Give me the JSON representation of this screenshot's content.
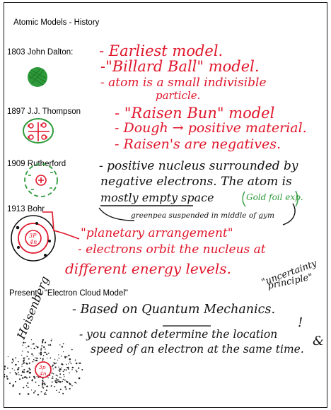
{
  "page": {
    "title": "Atomic Models - History"
  },
  "models": {
    "dalton": {
      "label": "1803 John Dalton:",
      "notes": [
        "- Earliest model.",
        "-\"Billard Ball\" model.",
        "- atom is a small indivisible",
        "particle."
      ]
    },
    "thompson": {
      "label": "1897 J.J. Thompson",
      "notes": [
        "- \"Raisen Bun\" model",
        "- Dough → positive material.",
        "- Raisen's are negatives."
      ]
    },
    "rutherford": {
      "label": "1909 Rutherford",
      "notes": [
        "- positive nucleus surrounded by",
        "negative electrons. The atom is",
        "mostly empty space",
        "greenpea suspended in middle of gym"
      ],
      "aside": "Gold foil exp."
    },
    "bohr": {
      "label": "1913 Bohr",
      "notes": [
        "\"planetary arrangement\"",
        "- electrons orbit the nucleus at",
        "different energy levels."
      ],
      "nucleus": [
        "3P",
        "4n"
      ]
    },
    "cloud": {
      "label": "Present - \"Electron Cloud Model\"",
      "side": "Heisenberg",
      "aside": [
        "\"uncertainty",
        "principle\""
      ],
      "notes": [
        "- Based on Quantum Mechanics.",
        "- you cannot determine the location",
        "speed of an electron at the same time."
      ],
      "nucleus": [
        "3p",
        "4n"
      ],
      "marks": [
        "!",
        "&"
      ]
    }
  },
  "colors": {
    "ink_red": "#e0162b",
    "ink_green": "#2e9a3a",
    "ink_black": "#111111"
  }
}
